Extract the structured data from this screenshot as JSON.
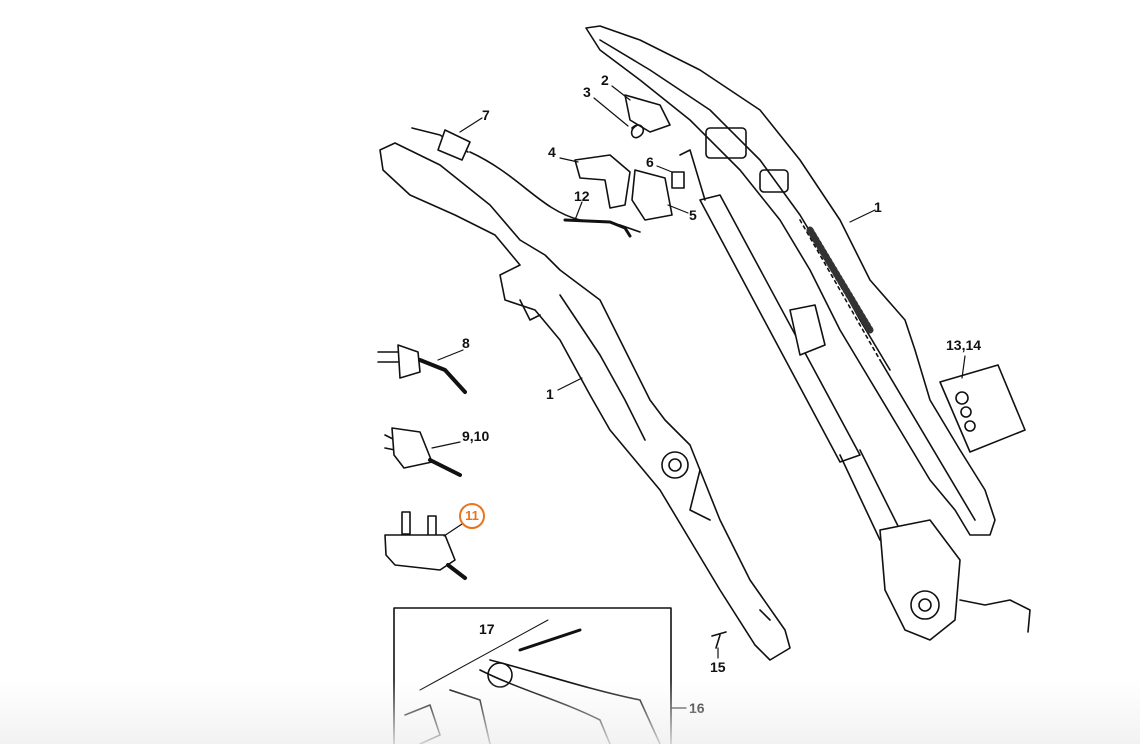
{
  "diagram": {
    "highlight_color": "#e8741c",
    "part_labels": [
      {
        "id": "p2",
        "text": "2"
      },
      {
        "id": "p3",
        "text": "3"
      },
      {
        "id": "p7",
        "text": "7"
      },
      {
        "id": "p4",
        "text": "4"
      },
      {
        "id": "p6",
        "text": "6"
      },
      {
        "id": "p12",
        "text": "12"
      },
      {
        "id": "p5",
        "text": "5"
      },
      {
        "id": "p1a",
        "text": "1"
      },
      {
        "id": "p8",
        "text": "8"
      },
      {
        "id": "p1b",
        "text": "1"
      },
      {
        "id": "p1314",
        "text": "13,14"
      },
      {
        "id": "p910",
        "text": "9,10"
      },
      {
        "id": "p11",
        "text": "11"
      },
      {
        "id": "p17",
        "text": "17"
      },
      {
        "id": "p15",
        "text": "15"
      },
      {
        "id": "p16",
        "text": "16"
      }
    ]
  }
}
